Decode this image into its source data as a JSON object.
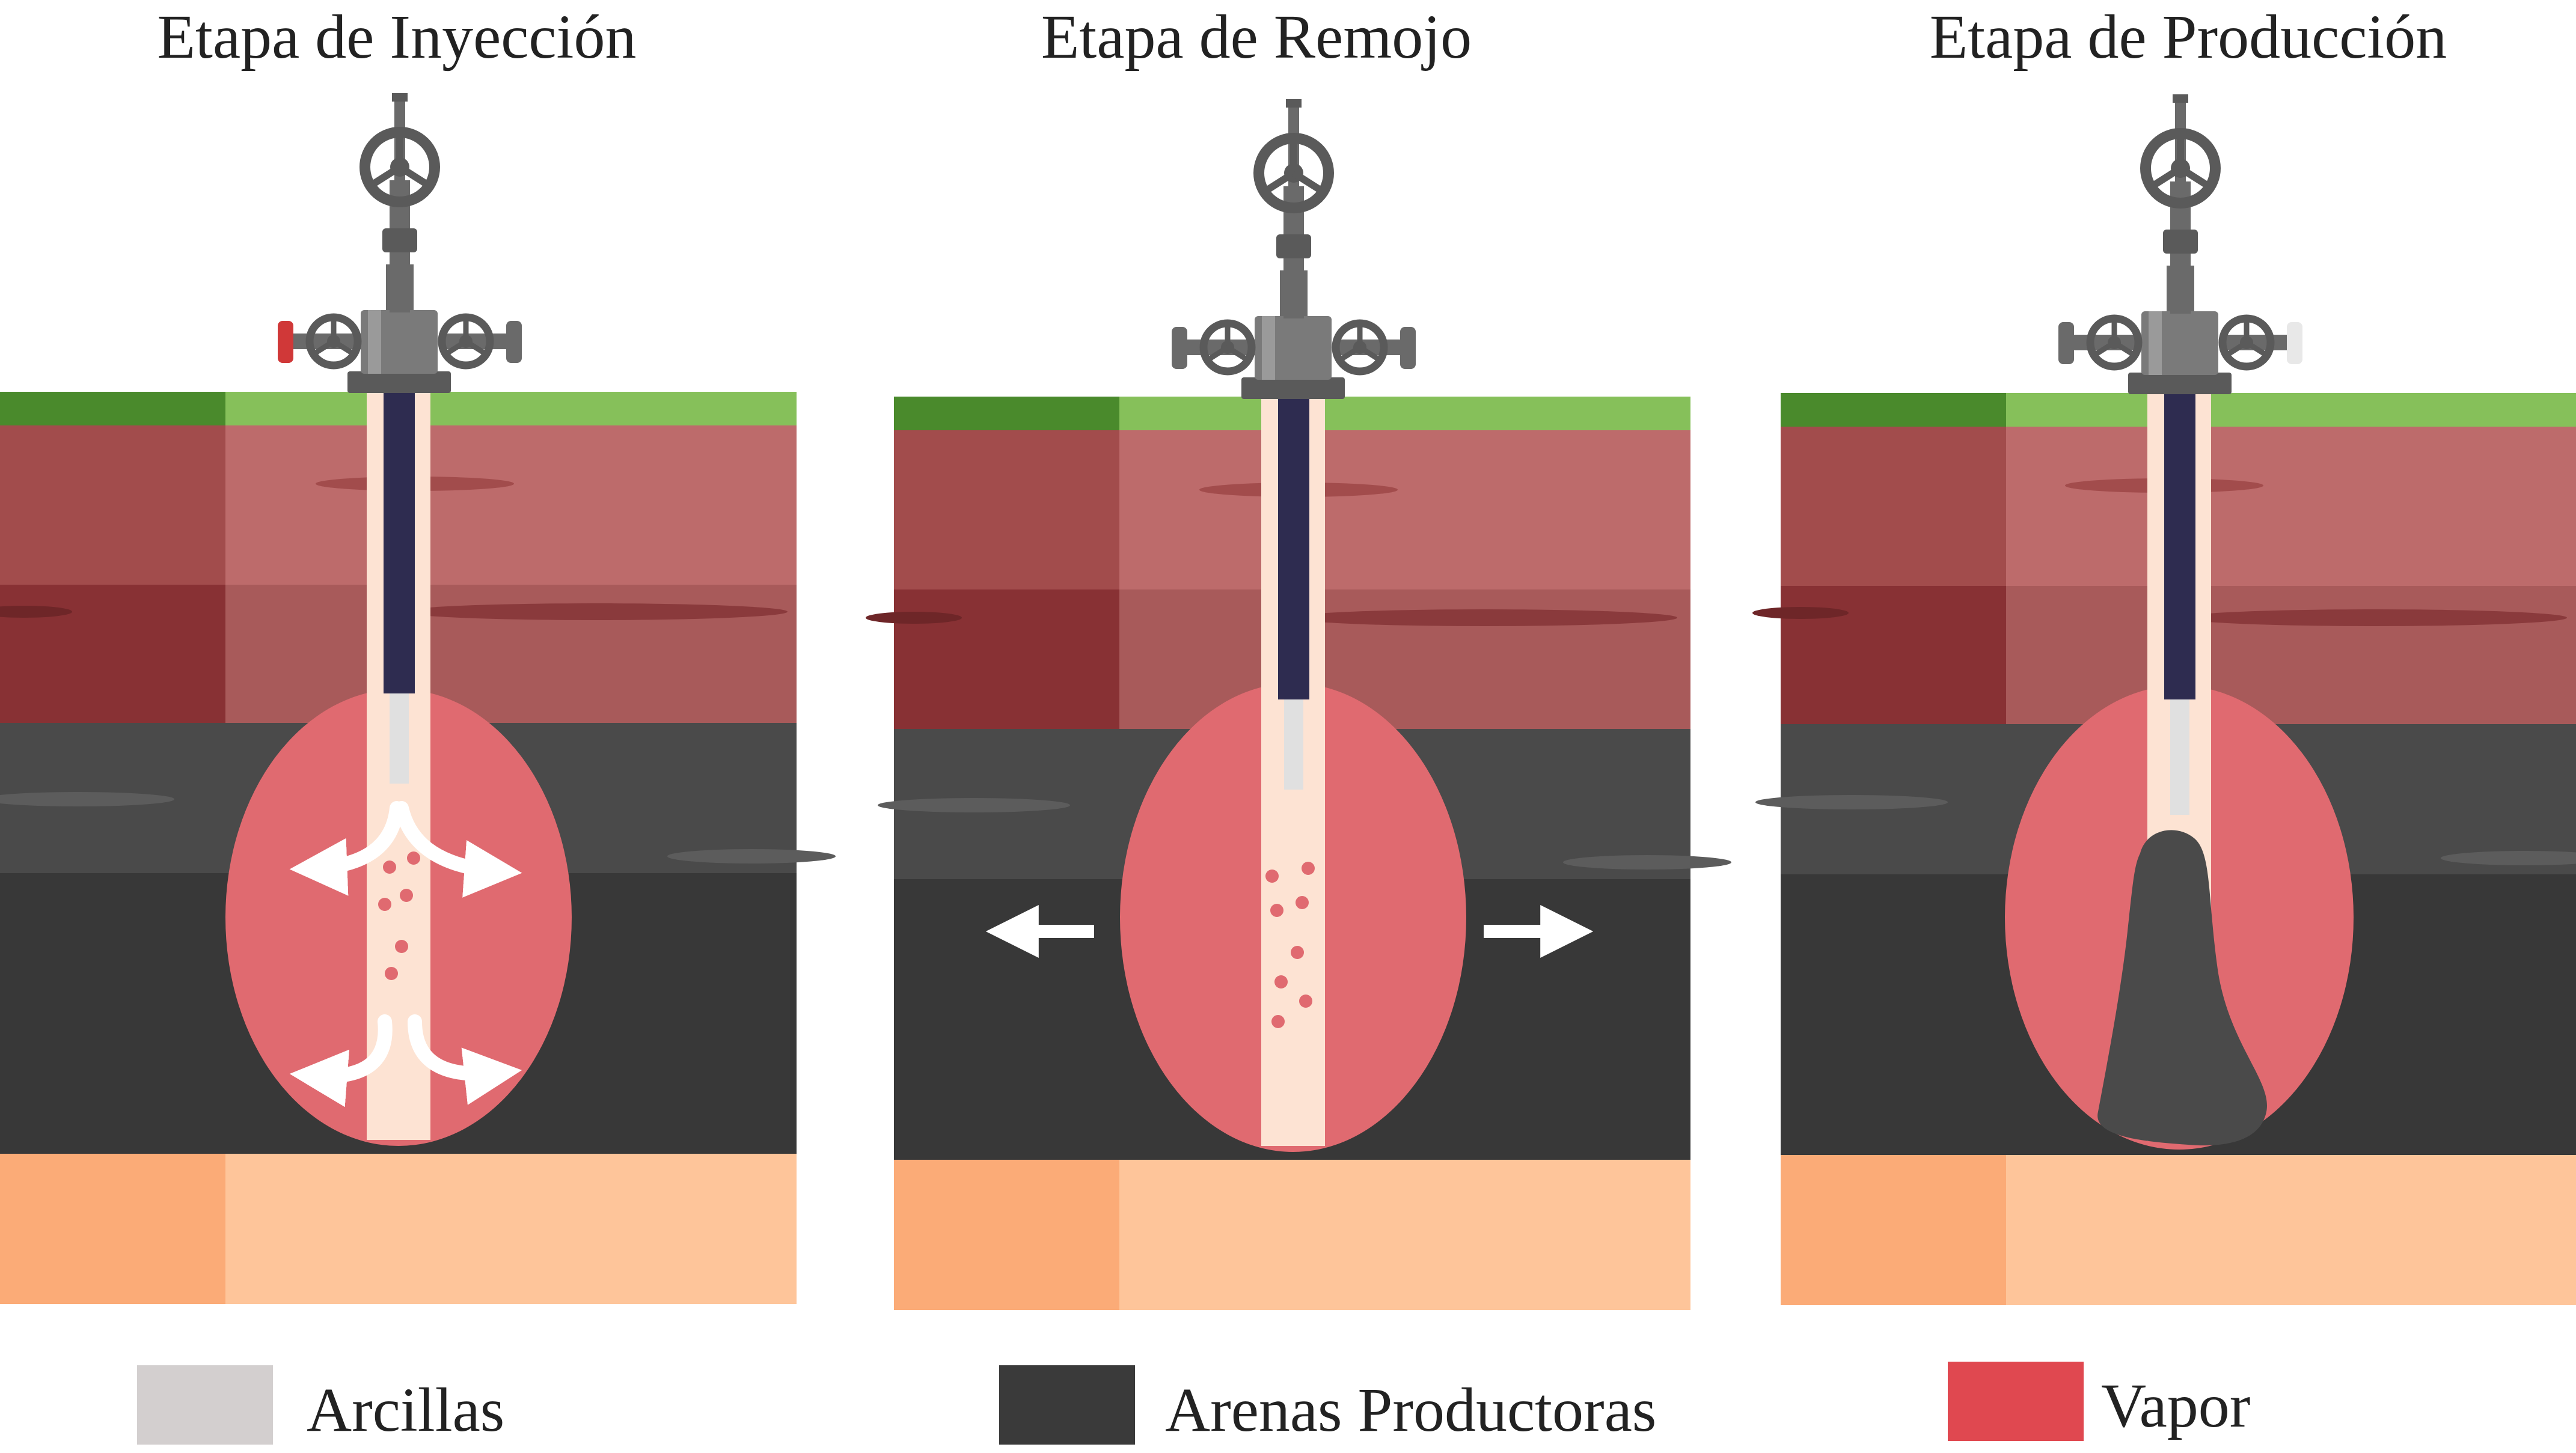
{
  "titles": {
    "injection": "Etapa de Inyección",
    "soak": "Etapa de Remojo",
    "production": "Etapa de Producción"
  },
  "legend": [
    {
      "label": "Arcillas",
      "color": "#d3cfcf"
    },
    {
      "label": "Arenas Productoras",
      "color": "#3a3a3a"
    },
    {
      "label": "Vapor",
      "color": "#e04850"
    }
  ],
  "colors": {
    "grass_dark": "#4a8a2c",
    "grass_light": "#86c05a",
    "clay_upper": "#bd6b6b",
    "clay_lower": "#a85a5a",
    "sand_dark": "#383838",
    "sand_mid": "#4a4a4a",
    "base": "#fec59a",
    "steam": "#e06a70",
    "tubing": "#2e2c50",
    "casing": "#fde3d3",
    "valve_metal": "#6e6e6e",
    "valve_red": "#d03838"
  },
  "valve_state": {
    "injection": "open-red-left",
    "soak": "closed",
    "production": "open-white-right"
  }
}
